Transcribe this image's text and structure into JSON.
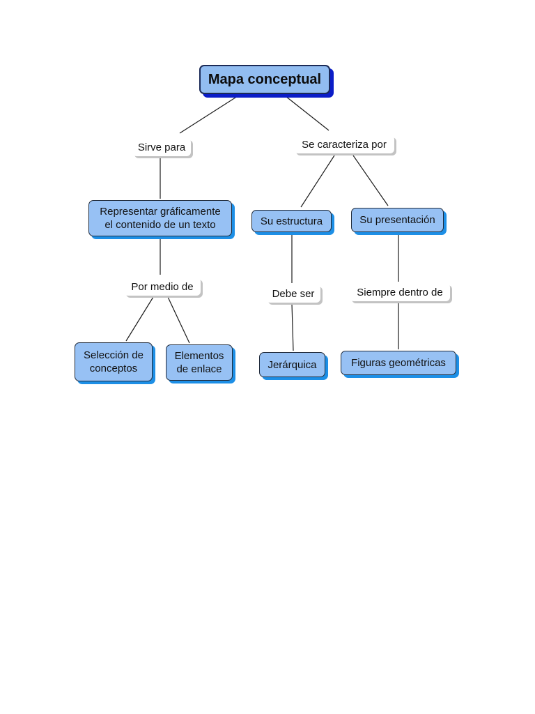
{
  "diagram": {
    "colors": {
      "node_fill": "#97c1f4",
      "node_border": "#1f2a3a",
      "node_shadow": "#1d8fe6",
      "root_shadow": "#0b1dc8",
      "link_shadow": "#c3c3c3",
      "line": "#1a1a1a"
    },
    "root": {
      "label": "Mapa conceptual"
    },
    "nodes": {
      "representar": {
        "label": "Representar gráficamente\nel contenido de un texto"
      },
      "estructura": {
        "label": "Su estructura"
      },
      "presentacion": {
        "label": "Su presentación"
      },
      "seleccion": {
        "label": "Selección de\nconceptos"
      },
      "elementos": {
        "label": "Elementos\nde enlace"
      },
      "jerarquica": {
        "label": "Jerárquica"
      },
      "figuras": {
        "label": "Figuras geométricas"
      }
    },
    "links": {
      "sirve_para": {
        "label": "Sirve para"
      },
      "se_caracteriza": {
        "label": "Se caracteriza por"
      },
      "por_medio": {
        "label": "Por medio de"
      },
      "debe_ser": {
        "label": "Debe ser"
      },
      "siempre_dentro": {
        "label": "Siempre dentro de"
      }
    },
    "edges": [
      [
        "root",
        "sirve_para"
      ],
      [
        "root",
        "se_caracteriza"
      ],
      [
        "sirve_para",
        "representar"
      ],
      [
        "se_caracteriza",
        "estructura"
      ],
      [
        "se_caracteriza",
        "presentacion"
      ],
      [
        "representar",
        "por_medio"
      ],
      [
        "por_medio",
        "seleccion"
      ],
      [
        "por_medio",
        "elementos"
      ],
      [
        "estructura",
        "debe_ser"
      ],
      [
        "debe_ser",
        "jerarquica"
      ],
      [
        "presentacion",
        "siempre_dentro"
      ],
      [
        "siempre_dentro",
        "figuras"
      ]
    ]
  }
}
